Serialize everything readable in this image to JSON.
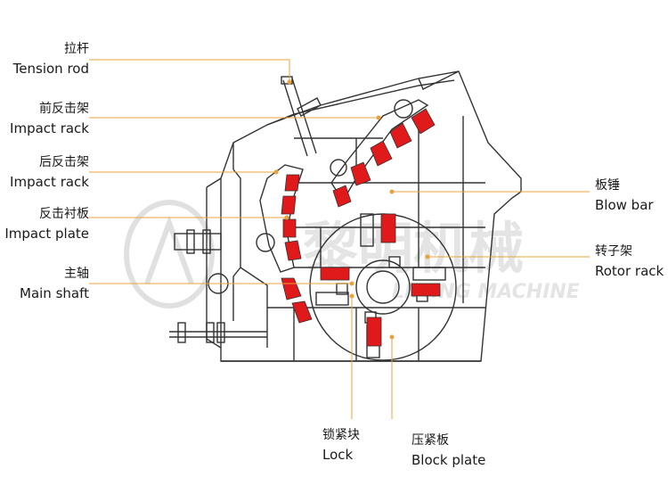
{
  "labels": {
    "tension_rod": {
      "zh": "拉杆",
      "en": "Tension rod"
    },
    "front_impact_rack": {
      "zh": "前反击架",
      "en": "Impact rack"
    },
    "rear_impact_rack": {
      "zh": "后反击架",
      "en": "Impact rack"
    },
    "impact_plate": {
      "zh": "反击衬板",
      "en": "Impact plate"
    },
    "main_shaft": {
      "zh": "主轴",
      "en": "Main shaft"
    },
    "blow_bar": {
      "zh": "板锤",
      "en": "Blow bar"
    },
    "rotor_rack": {
      "zh": "转子架",
      "en": "Rotor rack"
    },
    "lock": {
      "zh": "锁紧块",
      "en": "Lock"
    },
    "block_plate": {
      "zh": "压紧板",
      "en": "Block plate"
    }
  },
  "watermark": {
    "zh": "黎明机械",
    "en": "LIMING MACHINE"
  },
  "colors": {
    "line": "#333333",
    "callout": "#e8a33d",
    "wear_part": "#e0191b",
    "watermark": "#c8c8c8"
  }
}
